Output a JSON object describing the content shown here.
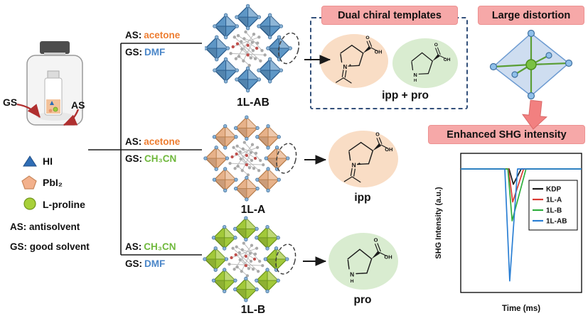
{
  "colors": {
    "header_bg": "#f6a8a8",
    "header_border": "#ec9191",
    "dashed_box_border": "#33507a",
    "red_arrow": "#b03030",
    "pink_arrow": "#f28080",
    "ipp_bg": "#f9ddc5",
    "pro_bg": "#d9ecd0"
  },
  "left_panel": {
    "gs_label": "GS",
    "as_label": "AS",
    "legend": [
      {
        "label": "HI",
        "marker": "triangle",
        "color": "#2f6db5",
        "edge": "#1f4d85"
      },
      {
        "label": "PbI₂",
        "marker": "pentagon",
        "color": "#f3b18c",
        "edge": "#c9885c"
      },
      {
        "label": "L-proline",
        "marker": "circle",
        "color": "#a8d039",
        "edge": "#71951c"
      }
    ],
    "definitions": [
      "AS: antisolvent",
      "GS: good solvent"
    ]
  },
  "branches": [
    {
      "as_prefix": "AS:",
      "as_solvent": "acetone",
      "as_color": "#ed7d31",
      "gs_prefix": "GS:",
      "gs_solvent": "DMF",
      "gs_color": "#4a86c8",
      "crystal_label": "1L-AB",
      "crystal_color": "#5e97c6",
      "crystal_edge": "#2e5f8f",
      "product_label": "ipp + pro"
    },
    {
      "as_prefix": "AS:",
      "as_solvent": "acetone",
      "as_color": "#ed7d31",
      "gs_prefix": "GS:",
      "gs_solvent": "CH₃CN",
      "gs_color": "#6fb83c",
      "crystal_label": "1L-A",
      "crystal_color": "#e7b28a",
      "crystal_edge": "#b97f4e",
      "product_label": "ipp"
    },
    {
      "as_prefix": "AS:",
      "as_solvent": "CH₃CN",
      "as_color": "#6fb83c",
      "gs_prefix": "GS:",
      "gs_solvent": "DMF",
      "gs_color": "#4a86c8",
      "crystal_label": "1L-B",
      "crystal_color": "#a2c93a",
      "crystal_edge": "#6f961e",
      "product_label": "pro"
    }
  ],
  "headers": {
    "dual_templates": "Dual chiral templates",
    "large_distortion": "Large distortion",
    "enhanced_shg": "Enhanced SHG intensity"
  },
  "molecules": {
    "ipp": {
      "name": "ipp",
      "n_label": "N",
      "charge": "+",
      "o_label": "O",
      "oh_label": "OH"
    },
    "pro": {
      "name": "pro",
      "n_label": "N",
      "h_label": "H",
      "o_label": "O",
      "oh_label": "OH"
    }
  },
  "chart_data": {
    "type": "line",
    "xlabel": "Time (ms)",
    "ylabel": "SHG Intensity (a.u.)",
    "baseline": 0,
    "legend_position": "middle-right",
    "series": [
      {
        "name": "KDP",
        "color": "#1a1a1a",
        "points": [
          [
            0,
            0
          ],
          [
            0.4,
            0
          ],
          [
            0.435,
            -0.13
          ],
          [
            0.5,
            0
          ],
          [
            1,
            0
          ]
        ]
      },
      {
        "name": "1L-A",
        "color": "#d93a33",
        "points": [
          [
            0,
            0
          ],
          [
            0.395,
            0
          ],
          [
            0.43,
            -0.28
          ],
          [
            0.52,
            0
          ],
          [
            1,
            0
          ]
        ]
      },
      {
        "name": "1L-B",
        "color": "#2fae3e",
        "points": [
          [
            0,
            0
          ],
          [
            0.39,
            0
          ],
          [
            0.425,
            -0.44
          ],
          [
            0.54,
            0
          ],
          [
            1,
            0
          ]
        ]
      },
      {
        "name": "1L-AB",
        "color": "#2a7fd4",
        "points": [
          [
            0,
            0
          ],
          [
            0.365,
            0
          ],
          [
            0.405,
            -0.95
          ],
          [
            0.47,
            0
          ],
          [
            1,
            0
          ]
        ]
      }
    ]
  }
}
